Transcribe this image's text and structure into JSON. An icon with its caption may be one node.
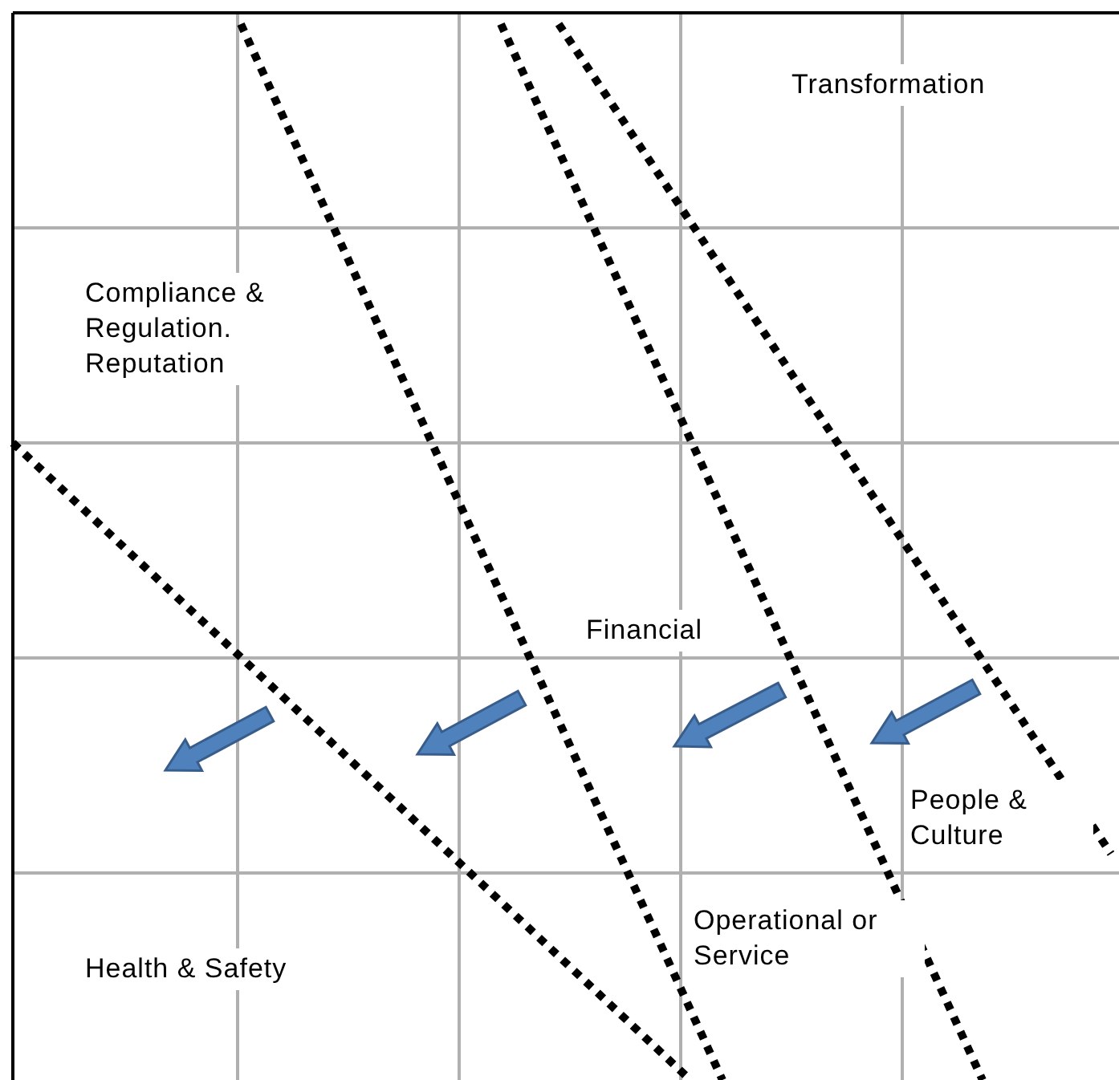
{
  "diagram": {
    "labels": [
      "Transformation",
      "Compliance & Regulation. Reputation",
      "Financial",
      "People & Culture",
      "Operational or Service",
      "Health & Safety"
    ]
  }
}
